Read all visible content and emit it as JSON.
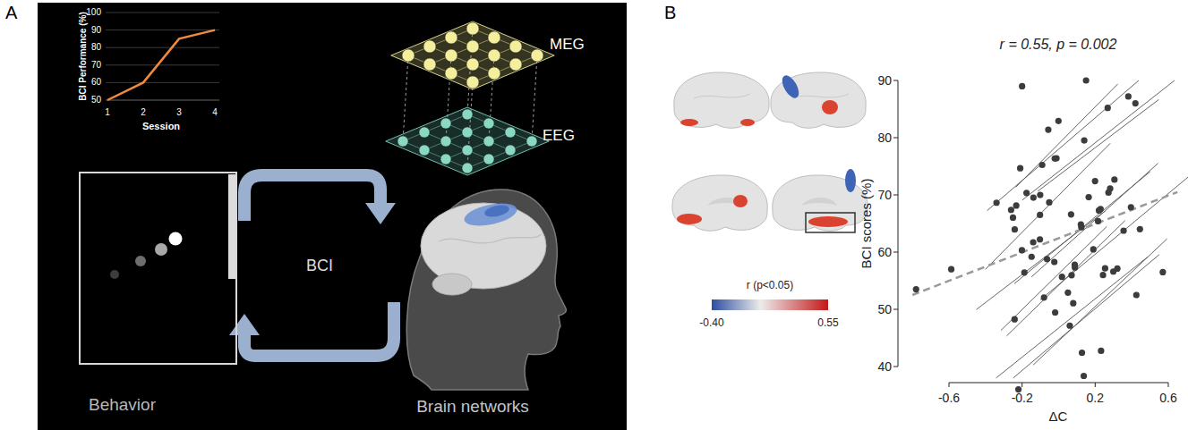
{
  "diagram": {
    "nodes": [
      {
        "text": [
          "Behavior"
        ]
      },
      {
        "text": [
          "Brain networks"
        ]
      }
    ],
    "edges": [
      {
        "from": 0,
        "to": 1,
        "arrow": "to"
      },
      {
        "from": 1,
        "to": 0,
        "arrow": "to"
      }
    ],
    "labels": [
      "A",
      "B",
      "BCI Performance (%)",
      "100",
      "90",
      "80",
      "70",
      "60",
      "50",
      "1",
      "2",
      "3",
      "4",
      "Session",
      "MEG",
      "EEG",
      "BCI",
      "r (p<0.05)",
      "-0.40",
      "0.55",
      "r = 0.55, p = 0.002",
      "BCI scores (%)",
      "90",
      "80",
      "70",
      "60",
      "50",
      "40",
      "-0.6",
      "-0.2",
      "0.2",
      "0.6",
      "ΔC"
    ]
  }
}
